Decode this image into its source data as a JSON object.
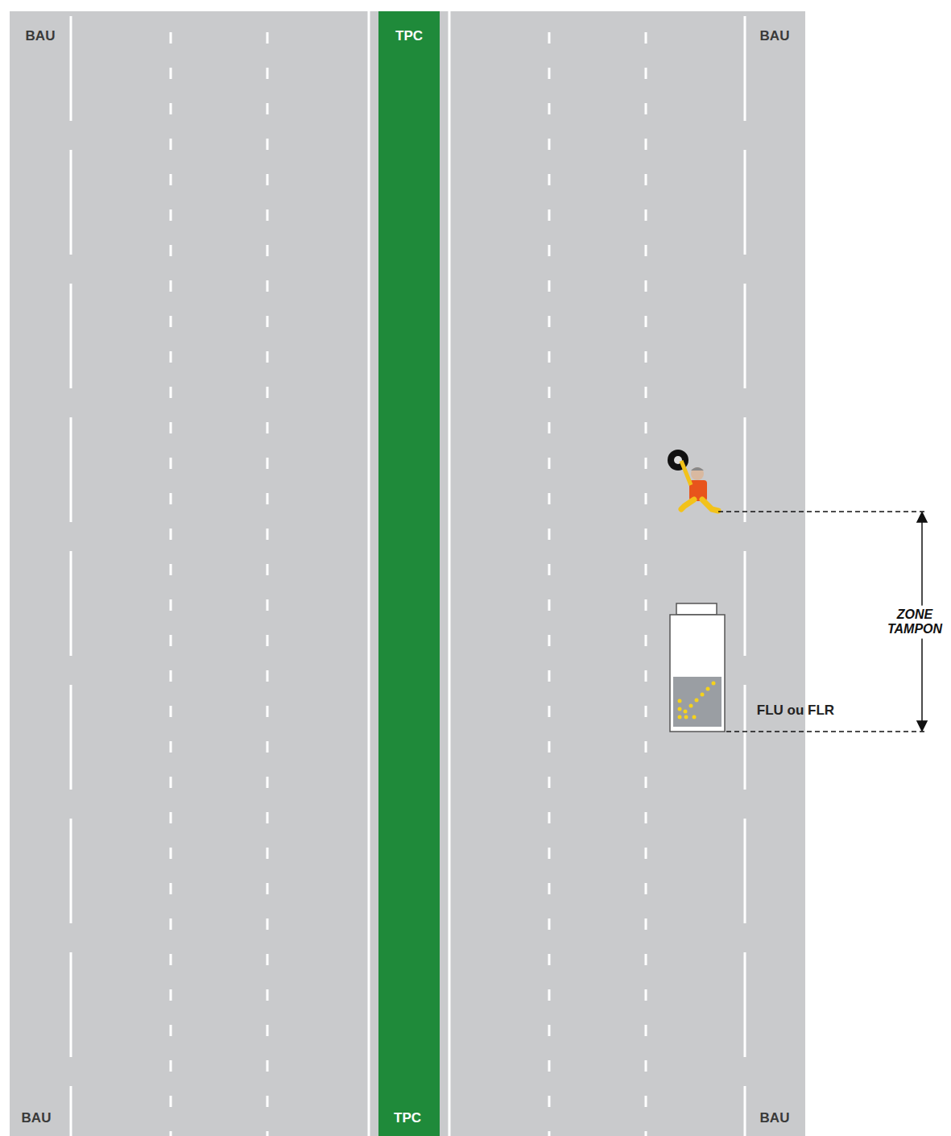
{
  "diagram": {
    "labels": [
      "BAU",
      "TPC",
      "BAU",
      "ZONE TAMPON",
      "FLU ou FLR",
      "BAU",
      "TPC",
      "BAU"
    ]
  }
}
